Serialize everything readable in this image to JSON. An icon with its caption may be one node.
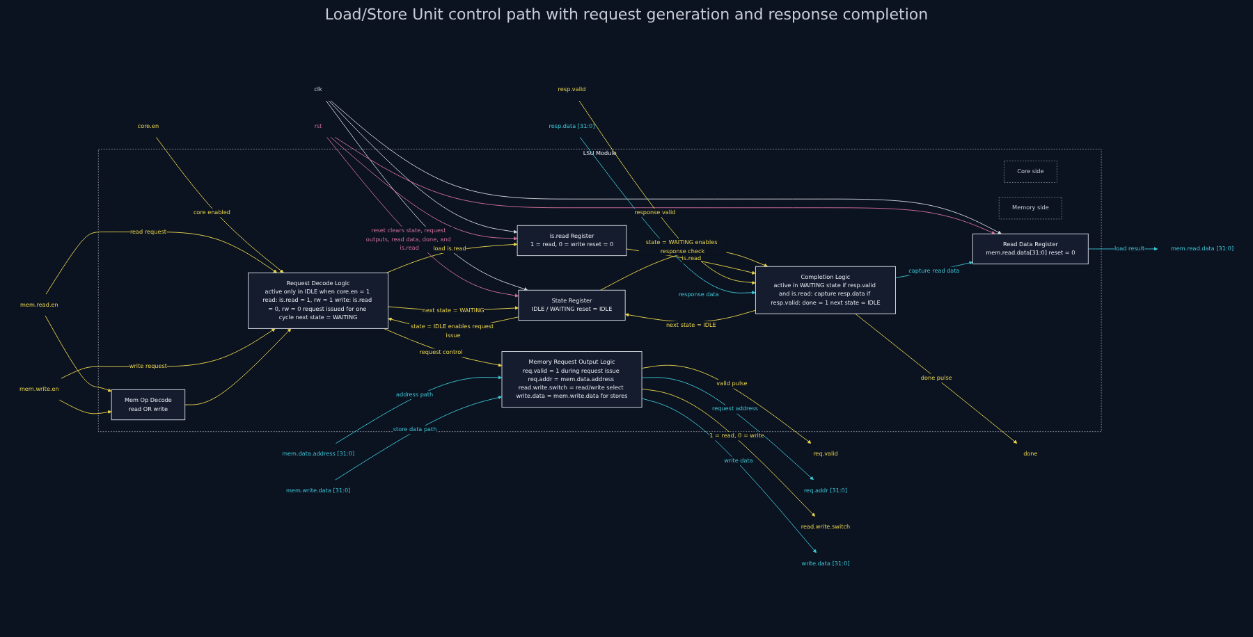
{
  "diagram": {
    "nodes": [
      {
        "text": [
          "LSU Module"
        ]
      },
      {
        "text": [
          "Core side"
        ],
        "in": 0
      },
      {
        "text": [
          "Memory side"
        ],
        "in": 0
      },
      {
        "text": [
          "clk"
        ]
      },
      {
        "text": [
          "rst"
        ]
      },
      {
        "text": [
          "core.en"
        ]
      },
      {
        "text": [
          "mem.read.en"
        ]
      },
      {
        "text": [
          "mem.write.en"
        ]
      },
      {
        "text": [
          "mem.data.address [31:0]"
        ]
      },
      {
        "text": [
          "mem.write.data [31:0]"
        ]
      },
      {
        "text": [
          "Mem Op Decode",
          "read OR write"
        ],
        "in": 0
      },
      {
        "text": [
          "Request Decode Logic",
          "active only in IDLE when core.en = 1 read: is.read = 1, rw = 1 write: is.read = 0, rw = 0 request issued for one cycle next state = WAITING"
        ],
        "in": 0
      },
      {
        "text": [
          "State Register",
          "IDLE / WAITING reset = IDLE"
        ],
        "in": 0
      },
      {
        "text": [
          "is.read Register",
          "1 = read, 0 = write reset = 0"
        ],
        "in": 0
      },
      {
        "text": [
          "Memory Request Output Logic",
          "req.valid = 1 during request issue req.addr = mem.data.address read.write.switch = read/write select write.data = mem.write.data for stores"
        ],
        "in": 0
      },
      {
        "text": [
          "Completion Logic",
          "active in WAITING state if resp.valid and is.read: capture resp.data if resp.valid: done = 1 next state = IDLE"
        ],
        "in": 0
      },
      {
        "text": [
          "Read Data Register",
          "mem.read.data[31:0] reset = 0"
        ],
        "in": 0
      },
      {
        "text": [
          "req.valid"
        ]
      },
      {
        "text": [
          "req.addr [31:0]"
        ]
      },
      {
        "text": [
          "read.write.switch"
        ]
      },
      {
        "text": [
          "write.data [31:0]"
        ]
      },
      {
        "text": [
          "resp.valid"
        ]
      },
      {
        "text": [
          "resp.data [31:0]"
        ]
      },
      {
        "text": [
          "done"
        ]
      },
      {
        "text": [
          "mem.read.data [31:0]"
        ]
      }
    ],
    "edges": [
      {
        "from": 3,
        "to": 12,
        "arrow": "to",
        "color": "#d0d4dc"
      },
      {
        "from": 3,
        "to": 13,
        "arrow": "to",
        "color": "#d0d4dc"
      },
      {
        "from": 3,
        "to": 16,
        "arrow": "to",
        "color": "#d0d4dc"
      },
      {
        "from": 4,
        "to": 12,
        "arrow": "to",
        "color": "#d0709a",
        "label": "reset clears state, request outputs, read data, done, and is.read"
      },
      {
        "from": 4,
        "to": 13,
        "arrow": "to",
        "color": "#d0709a"
      },
      {
        "from": 4,
        "to": 16,
        "arrow": "to",
        "color": "#d0709a"
      },
      {
        "from": 5,
        "to": 11,
        "arrow": "to",
        "label": "core enabled"
      },
      {
        "from": 6,
        "to": 10,
        "arrow": "to"
      },
      {
        "from": 6,
        "to": 11,
        "arrow": "to",
        "label": "read request"
      },
      {
        "from": 7,
        "to": 10,
        "arrow": "to"
      },
      {
        "from": 7,
        "to": 11,
        "arrow": "to",
        "label": "write request"
      },
      {
        "from": 10,
        "to": 11,
        "arrow": "to"
      },
      {
        "from": 12,
        "to": 11,
        "arrow": "to",
        "label": "state = IDLE enables request issue"
      },
      {
        "from": 11,
        "to": 12,
        "arrow": "to",
        "label": "next state = WAITING"
      },
      {
        "from": 11,
        "to": 13,
        "arrow": "to",
        "label": "load is.read"
      },
      {
        "from": 11,
        "to": 14,
        "arrow": "to",
        "label": "request control"
      },
      {
        "from": 8,
        "to": 14,
        "arrow": "to",
        "color": "#3ec7d6",
        "label": "address path"
      },
      {
        "from": 9,
        "to": 14,
        "arrow": "to",
        "color": "#3ec7d6",
        "label": "store data path"
      },
      {
        "from": 14,
        "to": 17,
        "arrow": "to",
        "label": "valid pulse"
      },
      {
        "from": 14,
        "to": 18,
        "arrow": "to",
        "color": "#3ec7d6",
        "label": "request address"
      },
      {
        "from": 14,
        "to": 19,
        "arrow": "to",
        "label": "1 = read, 0 = write"
      },
      {
        "from": 14,
        "to": 20,
        "arrow": "to",
        "color": "#3ec7d6",
        "label": "write data"
      },
      {
        "from": 12,
        "to": 15,
        "arrow": "to",
        "label": "state = WAITING enables response check"
      },
      {
        "from": 15,
        "to": 12,
        "arrow": "to",
        "label": "next state = IDLE"
      },
      {
        "from": 13,
        "to": 15,
        "arrow": "to",
        "label": "is.read"
      },
      {
        "from": 21,
        "to": 15,
        "arrow": "to",
        "label": "response valid"
      },
      {
        "from": 22,
        "to": 15,
        "arrow": "to",
        "color": "#3ec7d6",
        "label": "response data"
      },
      {
        "from": 15,
        "to": 23,
        "arrow": "to",
        "label": "done pulse"
      },
      {
        "from": 15,
        "to": 16,
        "arrow": "to",
        "color": "#3ec7d6",
        "label": "capture read data"
      },
      {
        "from": 16,
        "to": 24,
        "arrow": "to",
        "color": "#3ec7d6",
        "label": "load result"
      }
    ],
    "labels": [
      "Load/Store Unit control path with request generation and response completion"
    ]
  }
}
